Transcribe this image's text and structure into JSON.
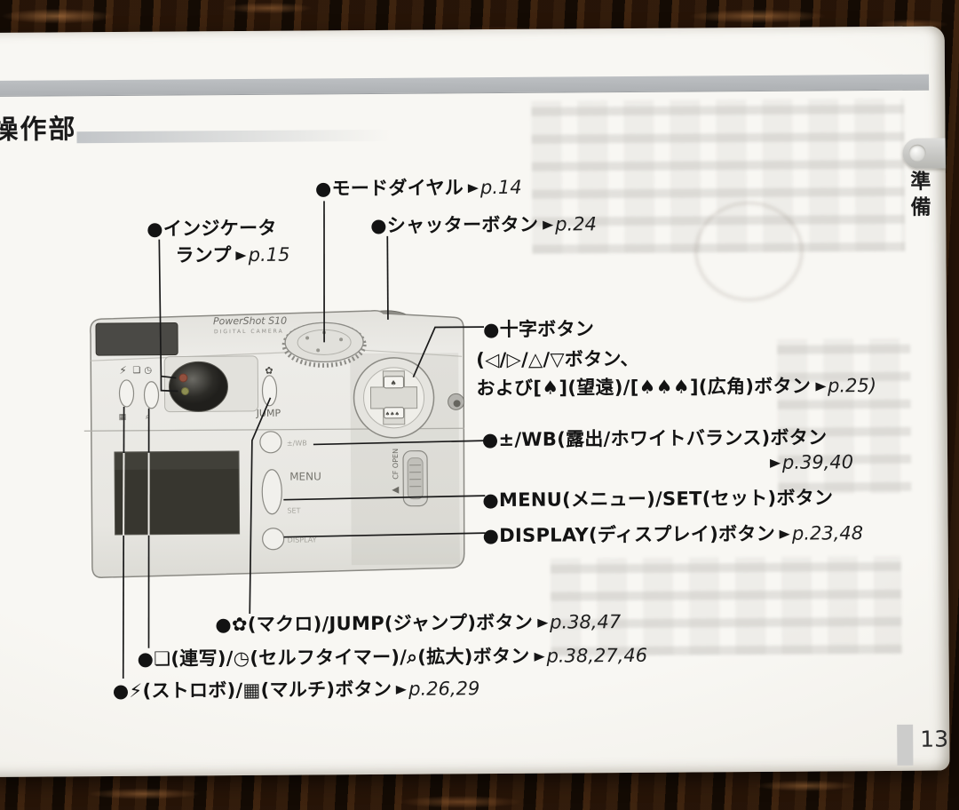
{
  "page": {
    "header": "操作部",
    "side_tab": "準備",
    "page_number": "13"
  },
  "camera": {
    "logo1": "PowerShot S10",
    "logo2": "DIGITAL CAMERA",
    "jump": "JUMP",
    "menu": "MENU",
    "set_hint": "SET",
    "wb_hint": "±/WB",
    "display_hint": "DISPLAY",
    "cf_open": "CF OPEN"
  },
  "callouts": {
    "mode_dial": {
      "text": "●モードダイヤル",
      "pageref": "p.14"
    },
    "shutter": {
      "text": "●シャッターボタン",
      "pageref": "p.24"
    },
    "indicator": {
      "line1": "●インジケータ",
      "line2": "ランプ",
      "pageref": "p.15"
    },
    "cross": {
      "line1": "●十字ボタン",
      "line2": "(◁/▷/△/▽ボタン、",
      "line3": "および[♠](望遠)/[♠♠♠](広角)ボタン",
      "pageref": "p.25)"
    },
    "wb": {
      "text": "●±/WB(露出/ホワイトバランス)ボタン",
      "pageref": "p.39,40"
    },
    "menu_set": {
      "text": "●MENU(メニュー)/SET(セット)ボタン"
    },
    "display": {
      "text": "●DISPLAY(ディスプレイ)ボタン",
      "pageref": "p.23,48"
    },
    "macro_jump": {
      "text": "●✿(マクロ)/JUMP(ジャンプ)ボタン",
      "pageref": "p.38,47"
    },
    "burst_timer_zoom": {
      "text": "●❏(連写)/◷(セルフタイマー)/⌕(拡大)ボタン",
      "pageref": "p.38,27,46"
    },
    "flash_multi": {
      "text": "●⚡(ストロボ)/▦(マルチ)ボタン",
      "pageref": "p.26,29"
    }
  }
}
